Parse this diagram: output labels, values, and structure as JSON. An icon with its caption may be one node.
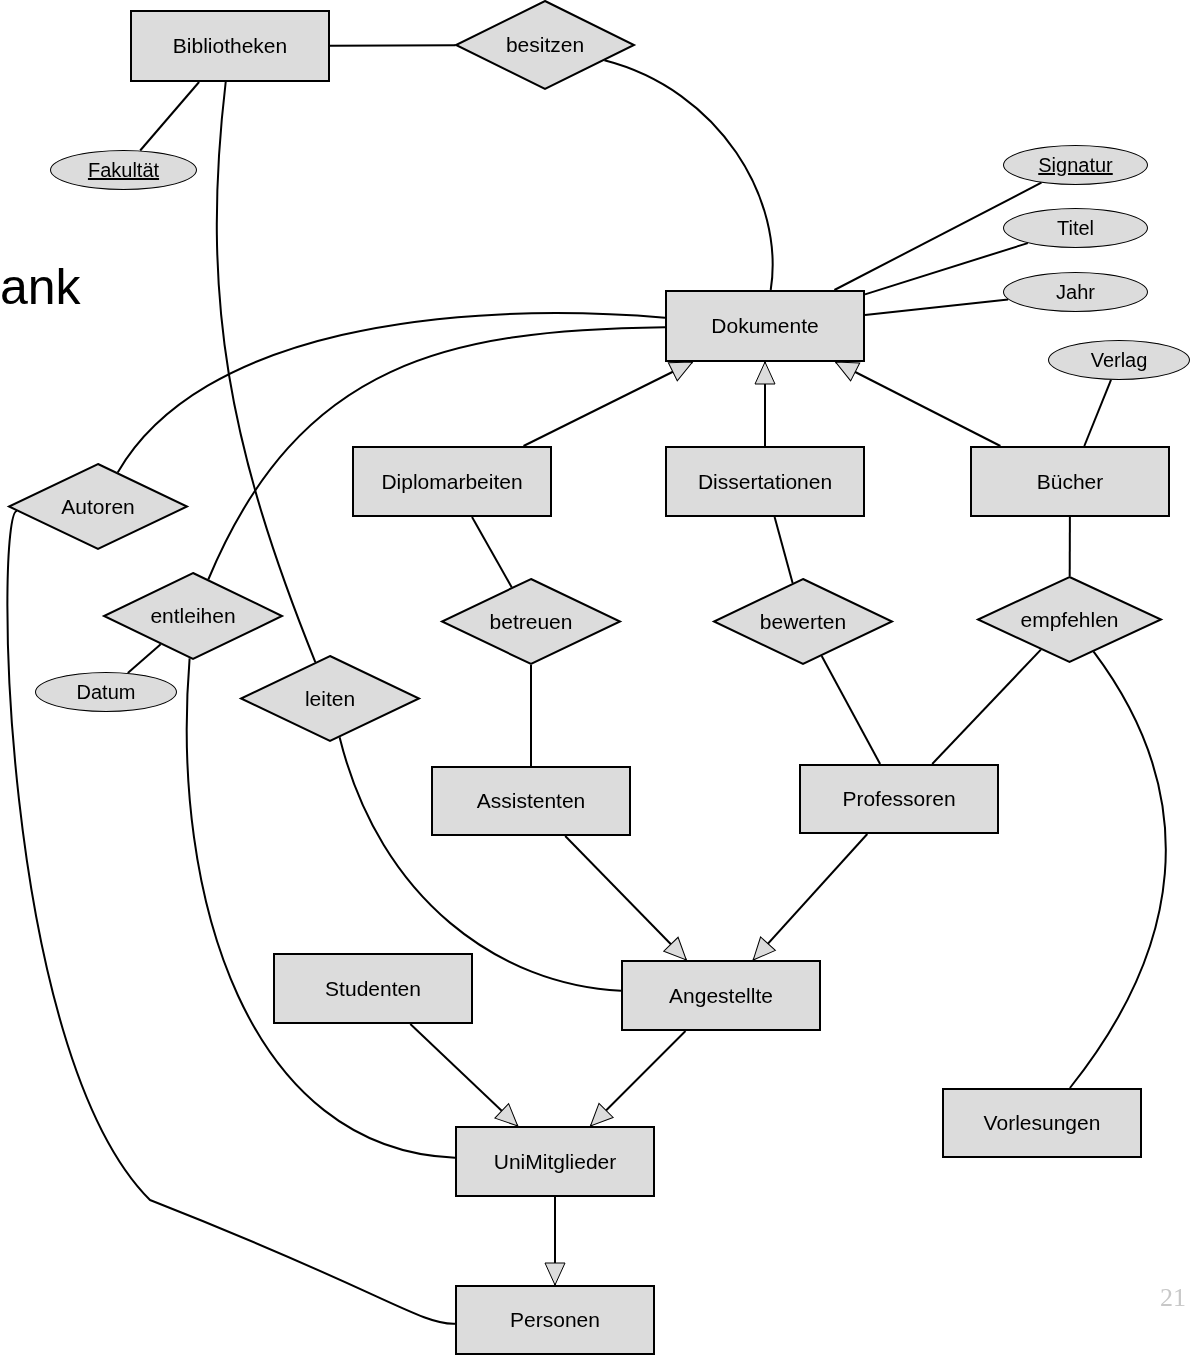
{
  "diagram": {
    "nodes": [
      {
        "text": [
          "Bibliotheken"
        ]
      },
      {
        "text": [
          "besitzen"
        ]
      },
      {
        "text": [
          "Fakultät"
        ]
      },
      {
        "text": [
          "Signatur"
        ]
      },
      {
        "text": [
          "Titel"
        ]
      },
      {
        "text": [
          "Jahr"
        ]
      },
      {
        "text": [
          "Dokumente"
        ]
      },
      {
        "text": [
          "Verlag"
        ]
      },
      {
        "text": [
          "Autoren"
        ]
      },
      {
        "text": [
          "Diplomarbeiten"
        ]
      },
      {
        "text": [
          "Dissertationen"
        ]
      },
      {
        "text": [
          "Bücher"
        ]
      },
      {
        "text": [
          "entleihen"
        ]
      },
      {
        "text": [
          "betreuen"
        ]
      },
      {
        "text": [
          "bewerten"
        ]
      },
      {
        "text": [
          "empfehlen"
        ]
      },
      {
        "text": [
          "Datum"
        ]
      },
      {
        "text": [
          "leiten"
        ]
      },
      {
        "text": [
          "Assistenten"
        ]
      },
      {
        "text": [
          "Professoren"
        ]
      },
      {
        "text": [
          "Studenten"
        ]
      },
      {
        "text": [
          "Angestellte"
        ]
      },
      {
        "text": [
          "Vorlesungen"
        ]
      },
      {
        "text": [
          "UniMitglieder"
        ]
      },
      {
        "text": [
          "Personen"
        ]
      }
    ],
    "edges": [
      {
        "from": 0,
        "to": 1,
        "arrow": "none"
      },
      {
        "from": 1,
        "to": 6,
        "arrow": "none"
      },
      {
        "from": 0,
        "to": 2,
        "arrow": "none"
      },
      {
        "from": 0,
        "to": 17,
        "arrow": "none"
      },
      {
        "from": 6,
        "to": 3,
        "arrow": "none"
      },
      {
        "from": 6,
        "to": 4,
        "arrow": "none"
      },
      {
        "from": 6,
        "to": 5,
        "arrow": "none"
      },
      {
        "from": 11,
        "to": 7,
        "arrow": "none"
      },
      {
        "from": 9,
        "to": 6,
        "arrow": "to"
      },
      {
        "from": 10,
        "to": 6,
        "arrow": "to"
      },
      {
        "from": 11,
        "to": 6,
        "arrow": "to"
      },
      {
        "from": 8,
        "to": 6,
        "arrow": "none"
      },
      {
        "from": 12,
        "to": 6,
        "arrow": "none"
      },
      {
        "from": 9,
        "to": 13,
        "arrow": "none"
      },
      {
        "from": 13,
        "to": 18,
        "arrow": "none"
      },
      {
        "from": 10,
        "to": 14,
        "arrow": "none"
      },
      {
        "from": 14,
        "to": 19,
        "arrow": "none"
      },
      {
        "from": 11,
        "to": 15,
        "arrow": "none"
      },
      {
        "from": 15,
        "to": 19,
        "arrow": "none"
      },
      {
        "from": 15,
        "to": 22,
        "arrow": "none"
      },
      {
        "from": 12,
        "to": 16,
        "arrow": "none"
      },
      {
        "from": 12,
        "to": 23,
        "arrow": "none"
      },
      {
        "from": 8,
        "to": 24,
        "arrow": "none"
      },
      {
        "from": 17,
        "to": 21,
        "arrow": "none"
      },
      {
        "from": 18,
        "to": 21,
        "arrow": "to"
      },
      {
        "from": 19,
        "to": 21,
        "arrow": "to"
      },
      {
        "from": 20,
        "to": 23,
        "arrow": "to"
      },
      {
        "from": 21,
        "to": 23,
        "arrow": "to"
      },
      {
        "from": 23,
        "to": 24,
        "arrow": "to"
      }
    ],
    "labels": [
      "ank",
      "21"
    ]
  }
}
